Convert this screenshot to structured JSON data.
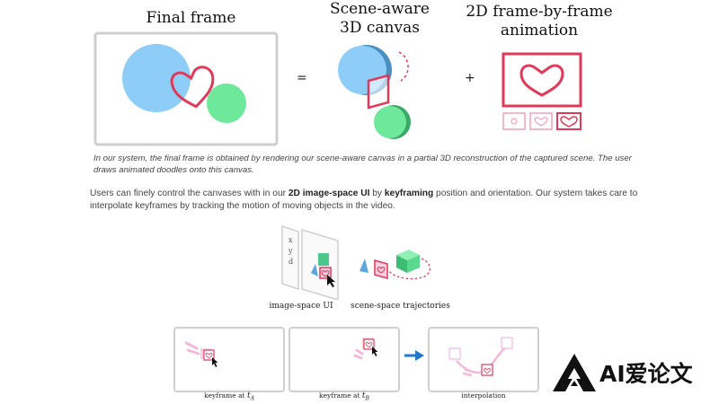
{
  "titles": {
    "final_frame": "Final frame",
    "scene_aware_1": "Scene-aware",
    "scene_aware_2": "3D canvas",
    "frame_by_frame_1": "2D frame-by-frame",
    "frame_by_frame_2": "animation"
  },
  "operators": {
    "equals": "=",
    "plus": "+"
  },
  "caption": "In our system, the final frame is obtained by rendering our scene-aware canvas in a partial 3D reconstruction of the captured scene. The user draws animated doodles onto this canvas.",
  "body": {
    "part1": "Users can finely control the canvases with in our ",
    "bold1": "2D image-space UI",
    "part2": " by ",
    "bold2": "keyframing",
    "part3": " position and orientation. Our system takes care to interpolate keyframes by tracking the motion of moving objects in the video."
  },
  "ui_panel": {
    "axis_x": "x",
    "axis_y": "y",
    "axis_d": "d",
    "label_ui": "image-space UI",
    "label_traj": "scene-space trajectories"
  },
  "keyframes": {
    "label_a": "keyframe at ",
    "sub_a": "A",
    "label_b": "keyframe at ",
    "sub_b": "B",
    "var_t": "t",
    "label_interp": "interpolation"
  },
  "watermark": {
    "text": "AI爱论文"
  },
  "colors": {
    "blue_circle": "#8ecdf8",
    "green_circle": "#6ee89b",
    "heart_red": "#e03a5a",
    "frame_gray": "#cfcfcf",
    "arrow_blue": "#1f78c8",
    "pink_light": "#f2b9dc"
  }
}
